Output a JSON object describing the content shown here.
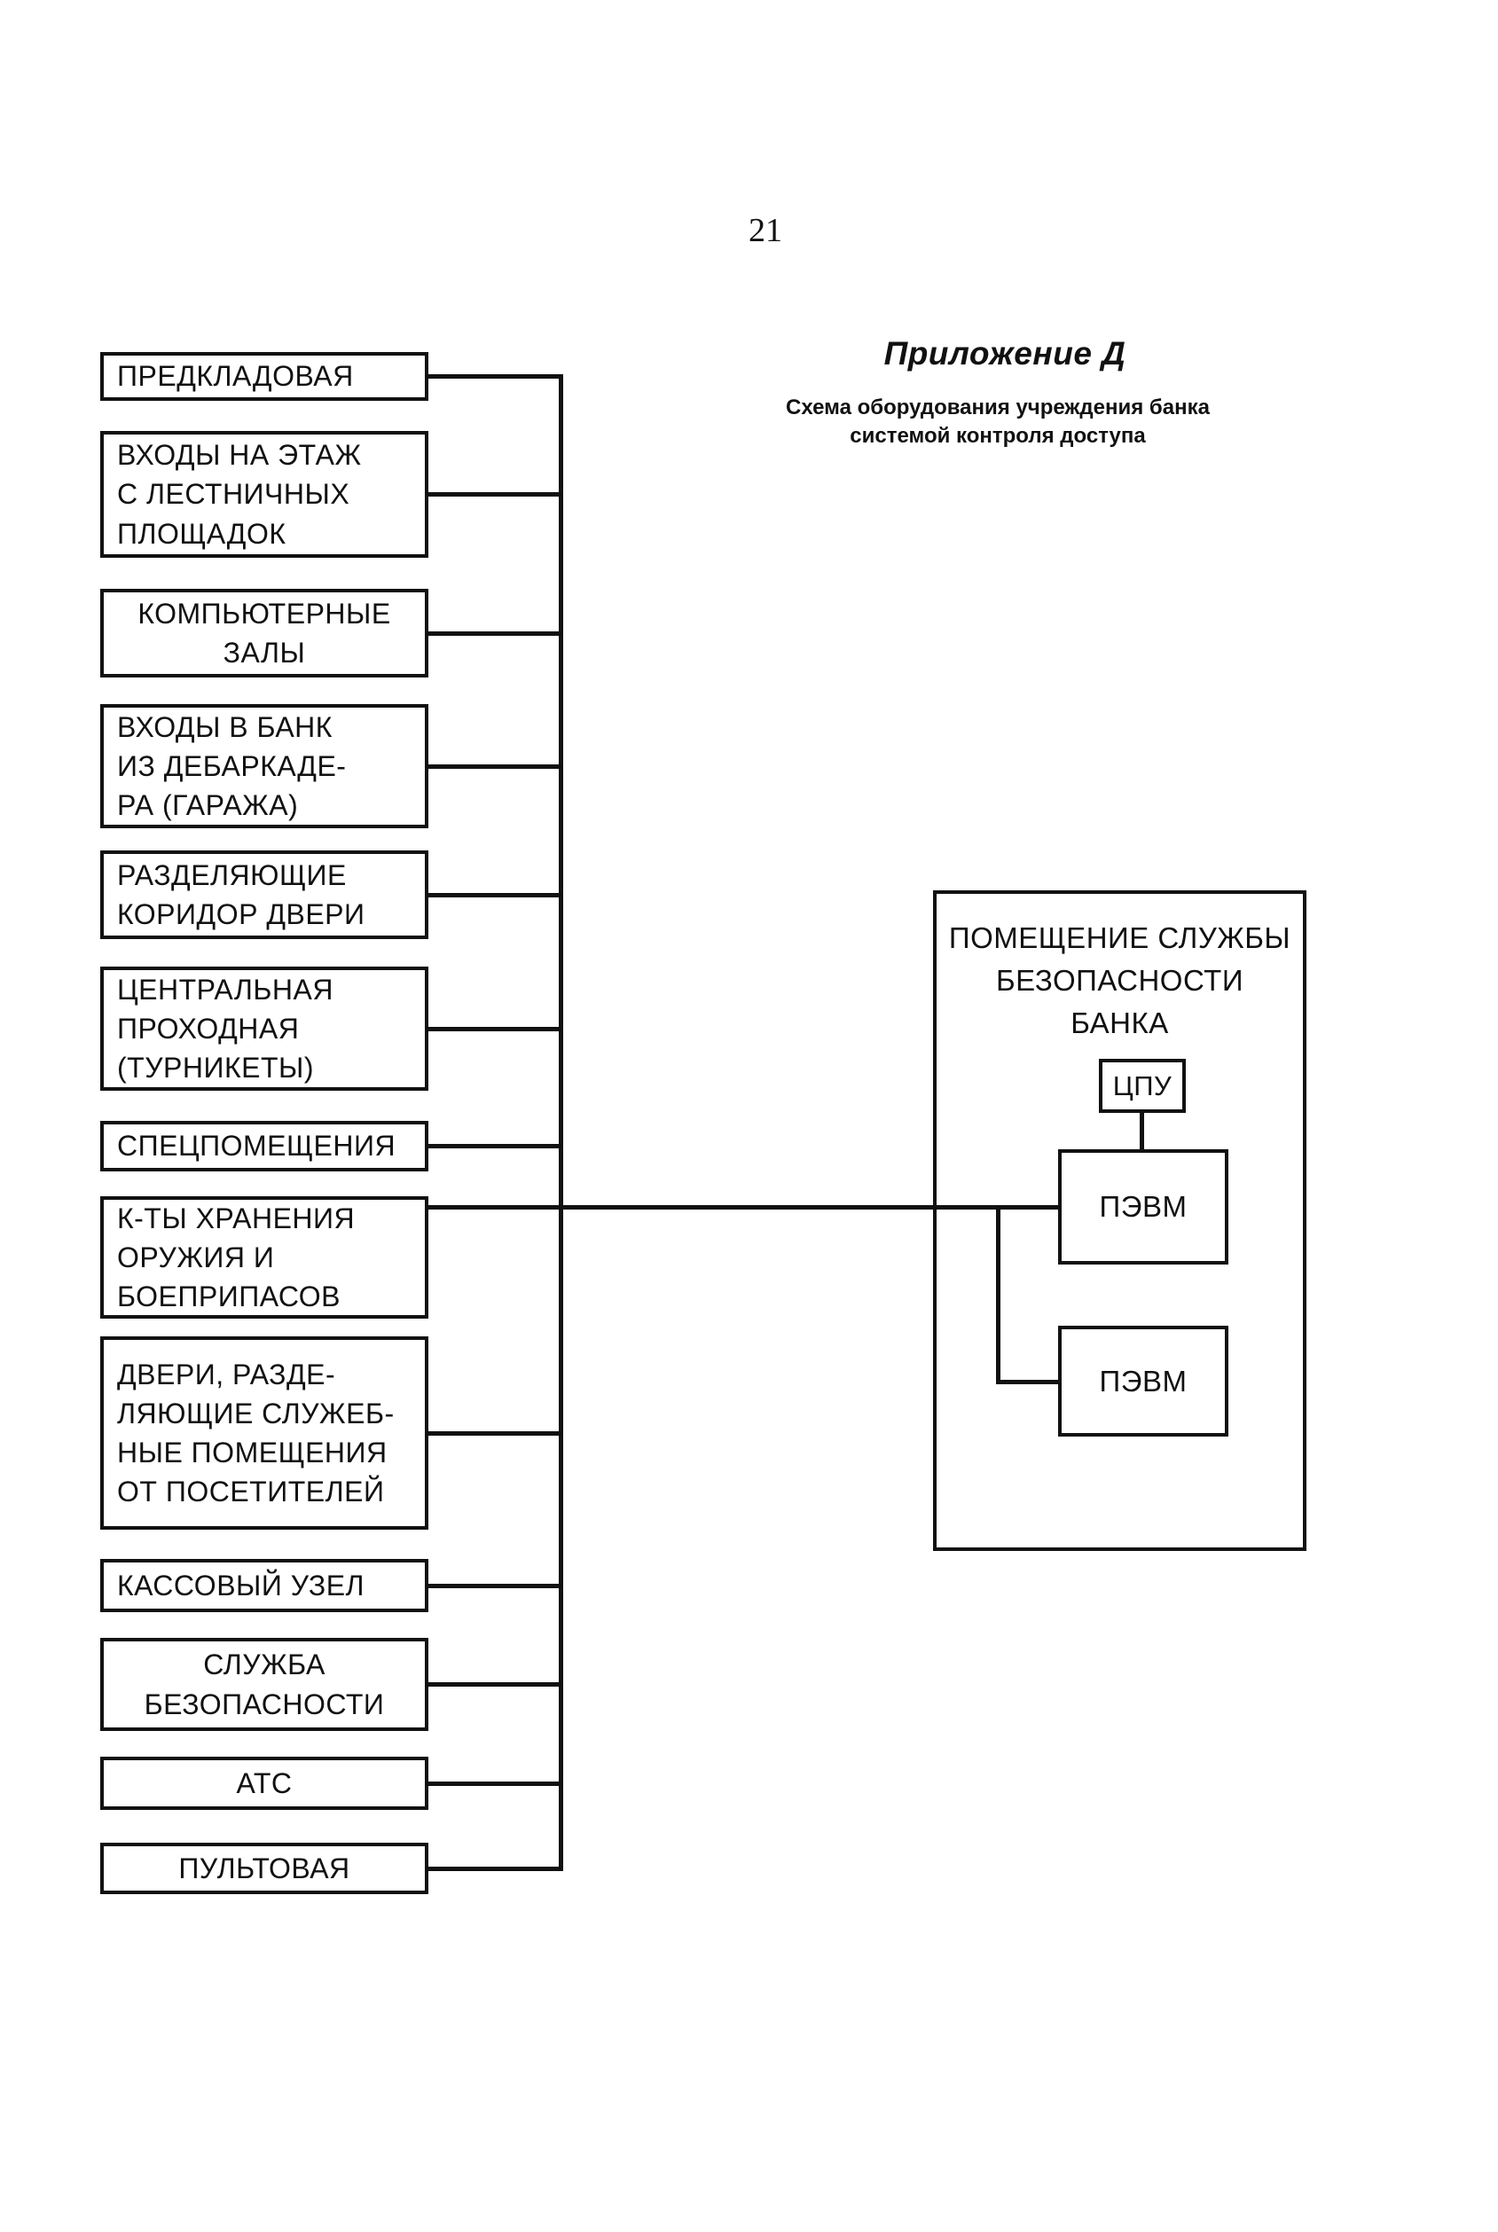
{
  "page": {
    "number": "21"
  },
  "header": {
    "title": "Приложение Д",
    "subtitle": "Схема оборудования учреждения банка\nсистемой контроля доступа"
  },
  "diagram": {
    "rooms": [
      {
        "label": "ПРЕДКЛАДОВАЯ"
      },
      {
        "label": "ВХОДЫ НА ЭТАЖ\nС ЛЕСТНИЧНЫХ\nПЛОЩАДОК"
      },
      {
        "label": "КОМПЬЮТЕРНЫЕ\nЗАЛЫ"
      },
      {
        "label": "ВХОДЫ В БАНК\nИЗ ДЕБАРКАДЕ-\nРА (ГАРАЖА)"
      },
      {
        "label": "РАЗДЕЛЯЮЩИЕ\nКОРИДОР ДВЕРИ"
      },
      {
        "label": "ЦЕНТРАЛЬНАЯ\nПРОХОДНАЯ\n(ТУРНИКЕТЫ)"
      },
      {
        "label": "СПЕЦПОМЕЩЕНИЯ"
      },
      {
        "label": "К-ТЫ ХРАНЕНИЯ\nОРУЖИЯ И\nБОЕПРИПАСОВ"
      },
      {
        "label": "ДВЕРИ, РАЗДЕ-\nЛЯЮЩИЕ СЛУЖЕБ-\nНЫЕ ПОМЕЩЕНИЯ\nОТ ПОСЕТИТЕЛЕЙ"
      },
      {
        "label": "КАССОВЫЙ УЗЕЛ"
      },
      {
        "label": "СЛУЖБА\nБЕЗОПАСНОСТИ"
      },
      {
        "label": "АТС"
      },
      {
        "label": "ПУЛЬТОВАЯ"
      }
    ],
    "security_room": {
      "title": "ПОМЕЩЕНИЕ СЛУЖБЫ\nБЕЗОПАСНОСТИ\nБАНКА",
      "cpu_label": "ЦПУ",
      "pc1_label": "ПЭВМ",
      "pc2_label": "ПЭВМ"
    },
    "colors": {
      "ink": "#111111",
      "background": "#ffffff"
    }
  }
}
